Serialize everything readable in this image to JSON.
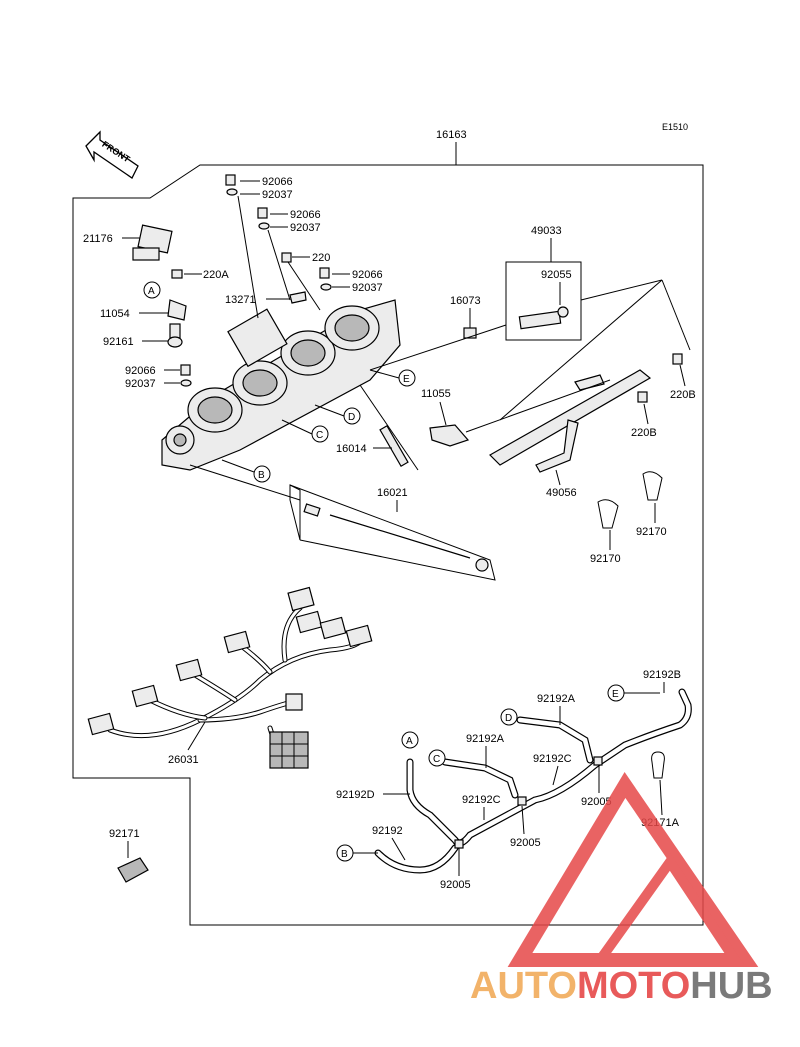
{
  "diagram": {
    "code": "E1510",
    "front_label": "FRONT",
    "parts": {
      "p16163": "16163",
      "p21176": "21176",
      "p220A": "220A",
      "p11054": "11054",
      "p92161": "92161",
      "p92066_a": "92066",
      "p92037_a": "92037",
      "p92066_b": "92066",
      "p92037_b": "92037",
      "p220": "220",
      "p92066_c": "92066",
      "p92037_c": "92037",
      "p13271": "13271",
      "p92066_d": "92066",
      "p92037_d": "92037",
      "p49033": "49033",
      "p92055": "92055",
      "p16073": "16073",
      "p11055": "11055",
      "p220B_a": "220B",
      "p220B_b": "220B",
      "p16014": "16014",
      "p49056": "49056",
      "p16021": "16021",
      "p92170_a": "92170",
      "p92170_b": "92170",
      "p26031": "26031",
      "p92192B": "92192B",
      "p92192A_a": "92192A",
      "p92192A_b": "92192A",
      "p92192C_a": "92192C",
      "p92192C_b": "92192C",
      "p92192D": "92192D",
      "p92005_a": "92005",
      "p92005_b": "92005",
      "p92005_c": "92005",
      "p92192": "92192",
      "p92171": "92171",
      "p92171A": "92171A"
    },
    "refs": {
      "A1": "A",
      "A2": "A",
      "B1": "B",
      "B2": "B",
      "C1": "C",
      "C2": "C",
      "D1": "D",
      "D2": "D",
      "E1": "E",
      "E2": "E"
    }
  },
  "watermark": {
    "part1": "AUTO",
    "part2": "MOTO",
    "part3": "HUB",
    "colors": {
      "auto": "#f2b36a",
      "moto": "#e85a5a",
      "hub": "#7a7a7a",
      "logo": "#e64848"
    }
  }
}
